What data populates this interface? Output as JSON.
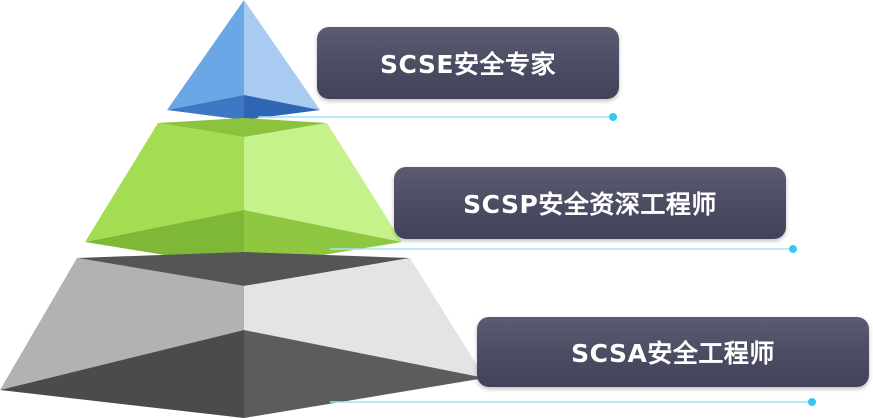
{
  "levels": [
    {
      "label": "SCSE安全专家"
    },
    {
      "label": "SCSP安全资深工程师"
    },
    {
      "label": "SCSA安全工程师"
    }
  ],
  "colors": {
    "label_bg": "#4b4b62",
    "label_text": "#ffffff",
    "connector": "#35c8f0",
    "top_tier": "#6aa6e4",
    "middle_tier": "#a6e051",
    "bottom_tier": "#b4b4b4"
  }
}
